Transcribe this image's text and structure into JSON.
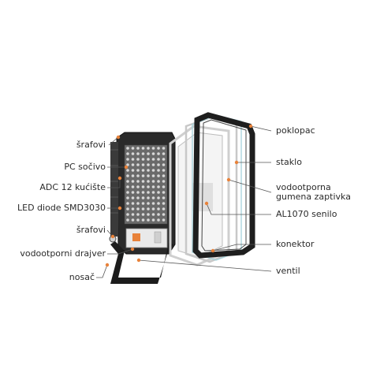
{
  "labels_left": [
    {
      "id": "srafovi-top",
      "text": "šrafovi"
    },
    {
      "id": "pc-socivo",
      "text": "PC sočivo"
    },
    {
      "id": "adc-kuciste",
      "text": "ADC 12 kućište"
    },
    {
      "id": "led-diode",
      "text": "LED diode SMD3030"
    },
    {
      "id": "srafovi-bottom",
      "text": "šrafovi"
    },
    {
      "id": "vodootporni-drajver",
      "text": "vodootporni drajver"
    },
    {
      "id": "nosac",
      "text": "nosač"
    }
  ],
  "labels_right": [
    {
      "id": "poklopac",
      "text": "poklopac"
    },
    {
      "id": "staklo",
      "text": "staklo"
    },
    {
      "id": "zaptivka",
      "text": "vodootporna gumena zaptivka"
    },
    {
      "id": "senilo",
      "text": "AL1070 senilo"
    },
    {
      "id": "konektor",
      "text": "konektor"
    },
    {
      "id": "ventil",
      "text": "ventil"
    }
  ],
  "colors": {
    "accent": "#e8823a",
    "line": "#555555",
    "frame": "#1e1e1e"
  }
}
